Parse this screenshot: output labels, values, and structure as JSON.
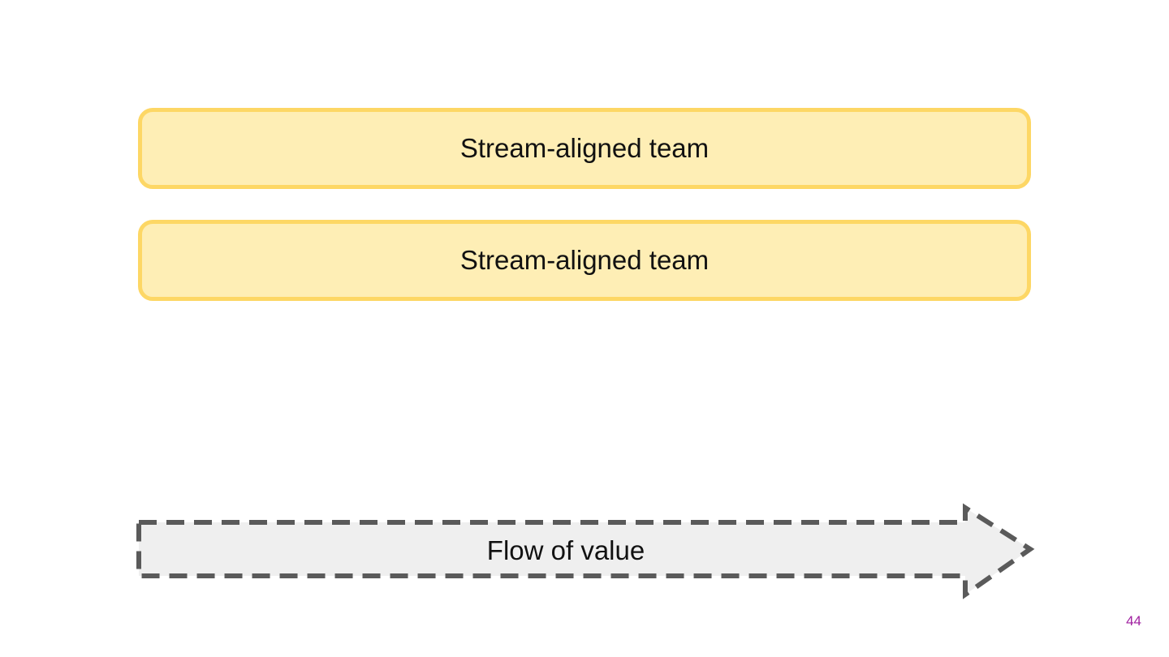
{
  "teams": [
    {
      "label": "Stream-aligned team"
    },
    {
      "label": "Stream-aligned team"
    }
  ],
  "flow": {
    "label": "Flow of value",
    "icon": "dashed-arrow-right-icon"
  },
  "footer": {
    "page_number": "44"
  },
  "colors": {
    "team_fill": "#feeeb5",
    "team_border": "#fdd765",
    "arrow_fill": "#efefef",
    "arrow_stroke": "#5a5a5a",
    "page_number": "#a020a0"
  }
}
